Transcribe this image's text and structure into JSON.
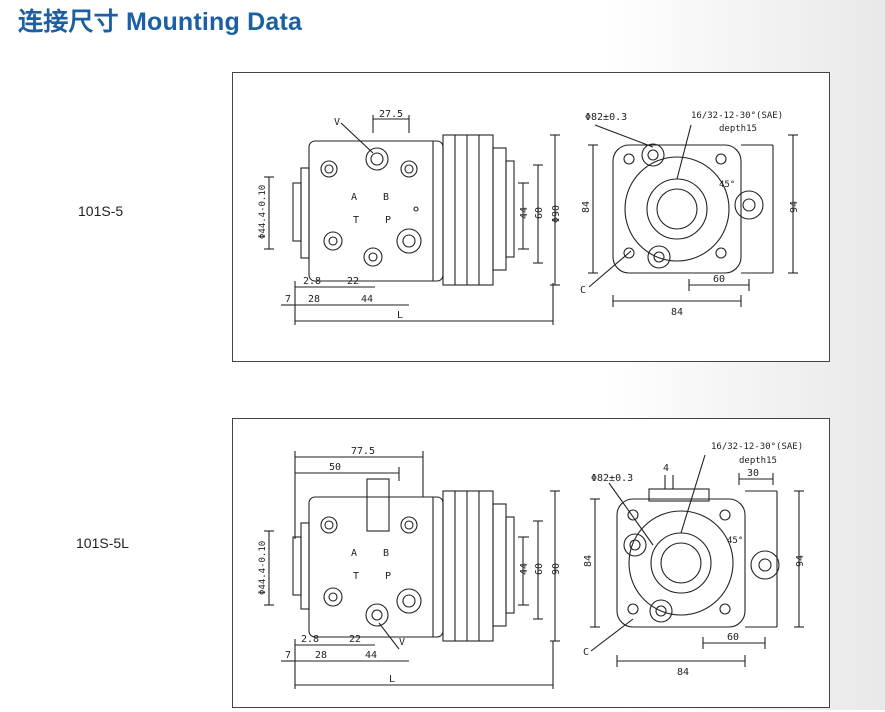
{
  "page": {
    "title": "连接尺寸 Mounting Data"
  },
  "sections": [
    {
      "model": "101S-5",
      "side_view": {
        "dims": {
          "top": "27.5",
          "dim_2_8": "2.8",
          "dim_22": "22",
          "dim_7": "7",
          "dim_28": "28",
          "dim_44": "44",
          "dim_L": "L",
          "v44": "44",
          "v60": "60",
          "v90": "Φ90",
          "vbore": "Φ44.4-0.10"
        },
        "callout_v": "V",
        "ports": {
          "a": "A",
          "b": "B",
          "t": "T",
          "p": "P"
        }
      },
      "front_view": {
        "pilot": "Φ82±0.3",
        "thread": "16/32-12-30°(SAE)",
        "depth": "depth15",
        "angle": "45°",
        "dim_84v": "84",
        "dim_94": "94",
        "dim_60": "60",
        "dim_84h": "84",
        "callout_c": "C"
      }
    },
    {
      "model": "101S-5L",
      "side_view": {
        "dims": {
          "top": "77.5",
          "top2": "50",
          "dim_2_8": "2.8",
          "dim_22": "22",
          "dim_7": "7",
          "dim_28": "28",
          "dim_44": "44",
          "dim_L": "L",
          "v44": "44",
          "v60": "60",
          "v90": "90",
          "vbore": "Φ44.4-0.10"
        },
        "callout_v": "V",
        "ports": {
          "a": "A",
          "b": "B",
          "t": "T",
          "p": "P"
        }
      },
      "front_view": {
        "pilot": "Φ82±0.3",
        "thread": "16/32-12-30°(SAE)",
        "depth": "depth15",
        "angle": "45°",
        "dim_4": "4",
        "dim_30": "30",
        "dim_84v": "84",
        "dim_94": "94",
        "dim_60": "60",
        "dim_84h": "84",
        "callout_c": "C"
      }
    }
  ]
}
